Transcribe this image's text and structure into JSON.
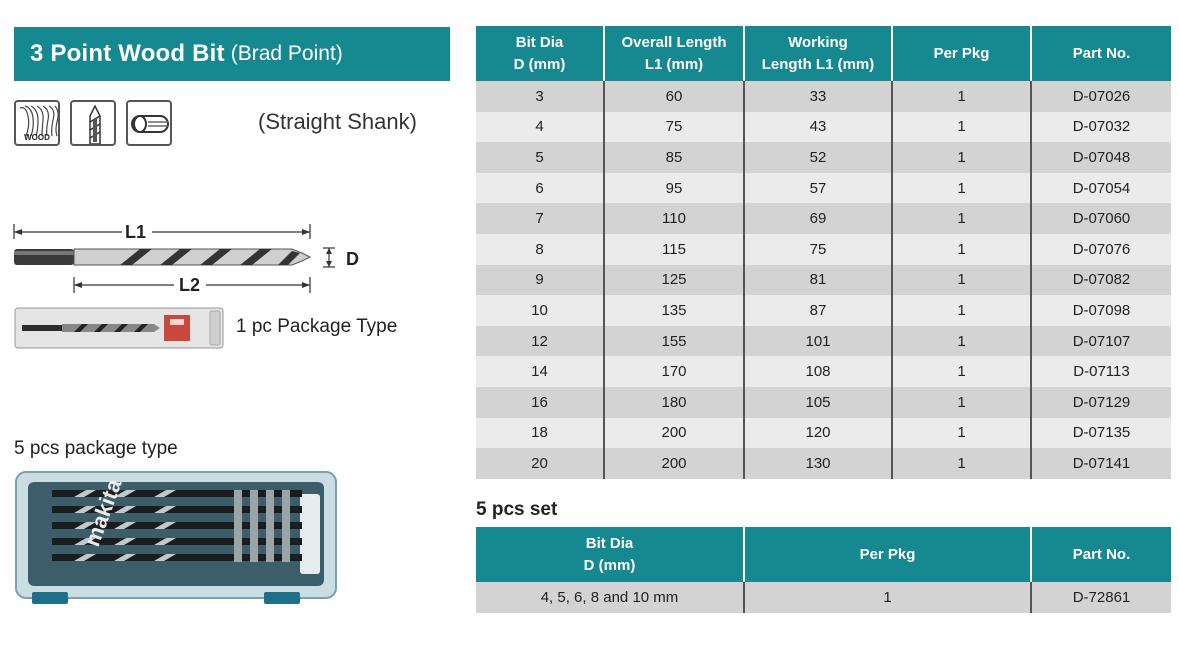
{
  "header": {
    "title_main": "3 Point Wood Bit",
    "title_sub": "(Brad Point)",
    "shank_label": "(Straight Shank)",
    "wood_icon_label": "WOOD"
  },
  "icons": [
    "wood-material-icon",
    "brad-point-tip-icon",
    "straight-shank-icon"
  ],
  "diagram": {
    "l1_label": "L1",
    "l2_label": "L2",
    "d_label": "D"
  },
  "packages": {
    "single_label": "1 pc Package Type",
    "five_label": "5 pcs package type",
    "brand_text": "makita"
  },
  "main_table": {
    "headers": [
      {
        "line1": "Bit Dia",
        "line2": "D (mm)"
      },
      {
        "line1": "Overall Length",
        "line2": "L1 (mm)"
      },
      {
        "line1": "Working",
        "line2": "Length L1 (mm)"
      },
      {
        "line1": "Per Pkg",
        "line2": ""
      },
      {
        "line1": "Part No.",
        "line2": ""
      }
    ],
    "rows": [
      [
        "3",
        "60",
        "33",
        "1",
        "D-07026"
      ],
      [
        "4",
        "75",
        "43",
        "1",
        "D-07032"
      ],
      [
        "5",
        "85",
        "52",
        "1",
        "D-07048"
      ],
      [
        "6",
        "95",
        "57",
        "1",
        "D-07054"
      ],
      [
        "7",
        "110",
        "69",
        "1",
        "D-07060"
      ],
      [
        "8",
        "115",
        "75",
        "1",
        "D-07076"
      ],
      [
        "9",
        "125",
        "81",
        "1",
        "D-07082"
      ],
      [
        "10",
        "135",
        "87",
        "1",
        "D-07098"
      ],
      [
        "12",
        "155",
        "101",
        "1",
        "D-07107"
      ],
      [
        "14",
        "170",
        "108",
        "1",
        "D-07113"
      ],
      [
        "16",
        "180",
        "105",
        "1",
        "D-07129"
      ],
      [
        "18",
        "200",
        "120",
        "1",
        "D-07135"
      ],
      [
        "20",
        "200",
        "130",
        "1",
        "D-07141"
      ]
    ]
  },
  "set_section": {
    "label": "5 pcs set",
    "headers": [
      {
        "line1": "Bit Dia",
        "line2": "D (mm)"
      },
      {
        "line1": "Per Pkg",
        "line2": ""
      },
      {
        "line1": "Part No.",
        "line2": ""
      }
    ],
    "rows": [
      [
        "4, 5, 6, 8 and 10 mm",
        "1",
        "D-72861"
      ]
    ]
  },
  "colors": {
    "teal": "#16888f",
    "row_dark": "#d3d3d3",
    "row_light": "#ebebeb"
  }
}
